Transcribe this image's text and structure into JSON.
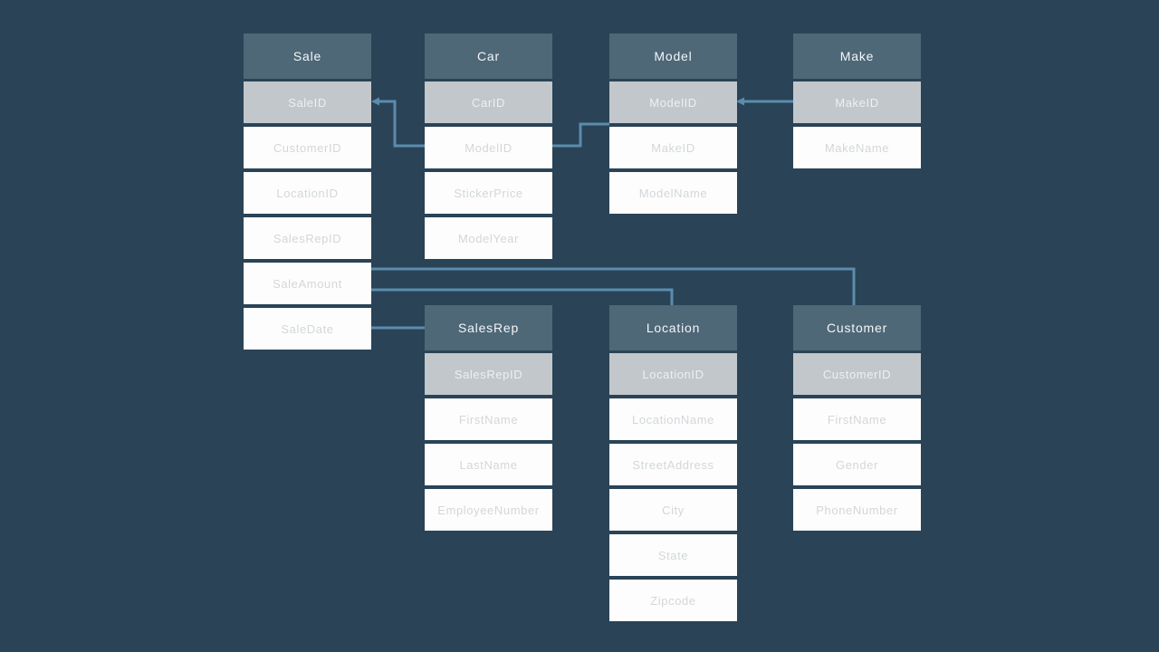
{
  "colors": {
    "background": "#2a4356",
    "table_header": "#4e6878",
    "primary_key_row": "#c2c7cb",
    "field_row": "#fdfdfd",
    "header_text": "#f4f6f7",
    "field_text": "#d3d7da",
    "primary_key_text": "#eef0f1",
    "connector": "#5b8cae"
  },
  "tables": [
    {
      "name": "Sale",
      "fields": [
        {
          "label": "SaleID",
          "pk": true
        },
        {
          "label": "CustomerID",
          "pk": false
        },
        {
          "label": "LocationID",
          "pk": false
        },
        {
          "label": "SalesRepID",
          "pk": false
        },
        {
          "label": "SaleAmount",
          "pk": false
        },
        {
          "label": "SaleDate",
          "pk": false
        }
      ]
    },
    {
      "name": "Car",
      "fields": [
        {
          "label": "CarID",
          "pk": true
        },
        {
          "label": "ModelID",
          "pk": false
        },
        {
          "label": "StickerPrice",
          "pk": false
        },
        {
          "label": "ModelYear",
          "pk": false
        }
      ]
    },
    {
      "name": "Model",
      "fields": [
        {
          "label": "ModelID",
          "pk": true
        },
        {
          "label": "MakeID",
          "pk": false
        },
        {
          "label": "ModelName",
          "pk": false
        }
      ]
    },
    {
      "name": "Make",
      "fields": [
        {
          "label": "MakeID",
          "pk": true
        },
        {
          "label": "MakeName",
          "pk": false
        }
      ]
    },
    {
      "name": "SalesRep",
      "fields": [
        {
          "label": "SalesRepID",
          "pk": true
        },
        {
          "label": "FirstName",
          "pk": false
        },
        {
          "label": "LastName",
          "pk": false
        },
        {
          "label": "EmployeeNumber",
          "pk": false
        }
      ]
    },
    {
      "name": "Location",
      "fields": [
        {
          "label": "LocationID",
          "pk": true
        },
        {
          "label": "LocationName",
          "pk": false
        },
        {
          "label": "StreetAddress",
          "pk": false
        },
        {
          "label": "City",
          "pk": false
        },
        {
          "label": "State",
          "pk": false
        },
        {
          "label": "Zipcode",
          "pk": false
        }
      ]
    },
    {
      "name": "Customer",
      "fields": [
        {
          "label": "CustomerID",
          "pk": true
        },
        {
          "label": "FirstName",
          "pk": false
        },
        {
          "label": "Gender",
          "pk": false
        },
        {
          "label": "PhoneNumber",
          "pk": false
        }
      ]
    }
  ],
  "relationships": [
    {
      "from": "Sale.SaleID",
      "to": "Car.ModelID"
    },
    {
      "from": "Car.ModelID",
      "to": "Model.ModelID"
    },
    {
      "from": "Model.ModelID",
      "to": "Make.MakeID"
    },
    {
      "from": "Sale.SaleAmount",
      "to": "Customer"
    },
    {
      "from": "Sale.SaleAmount",
      "to": "Location"
    },
    {
      "from": "Sale.SaleDate",
      "to": "SalesRep"
    }
  ]
}
